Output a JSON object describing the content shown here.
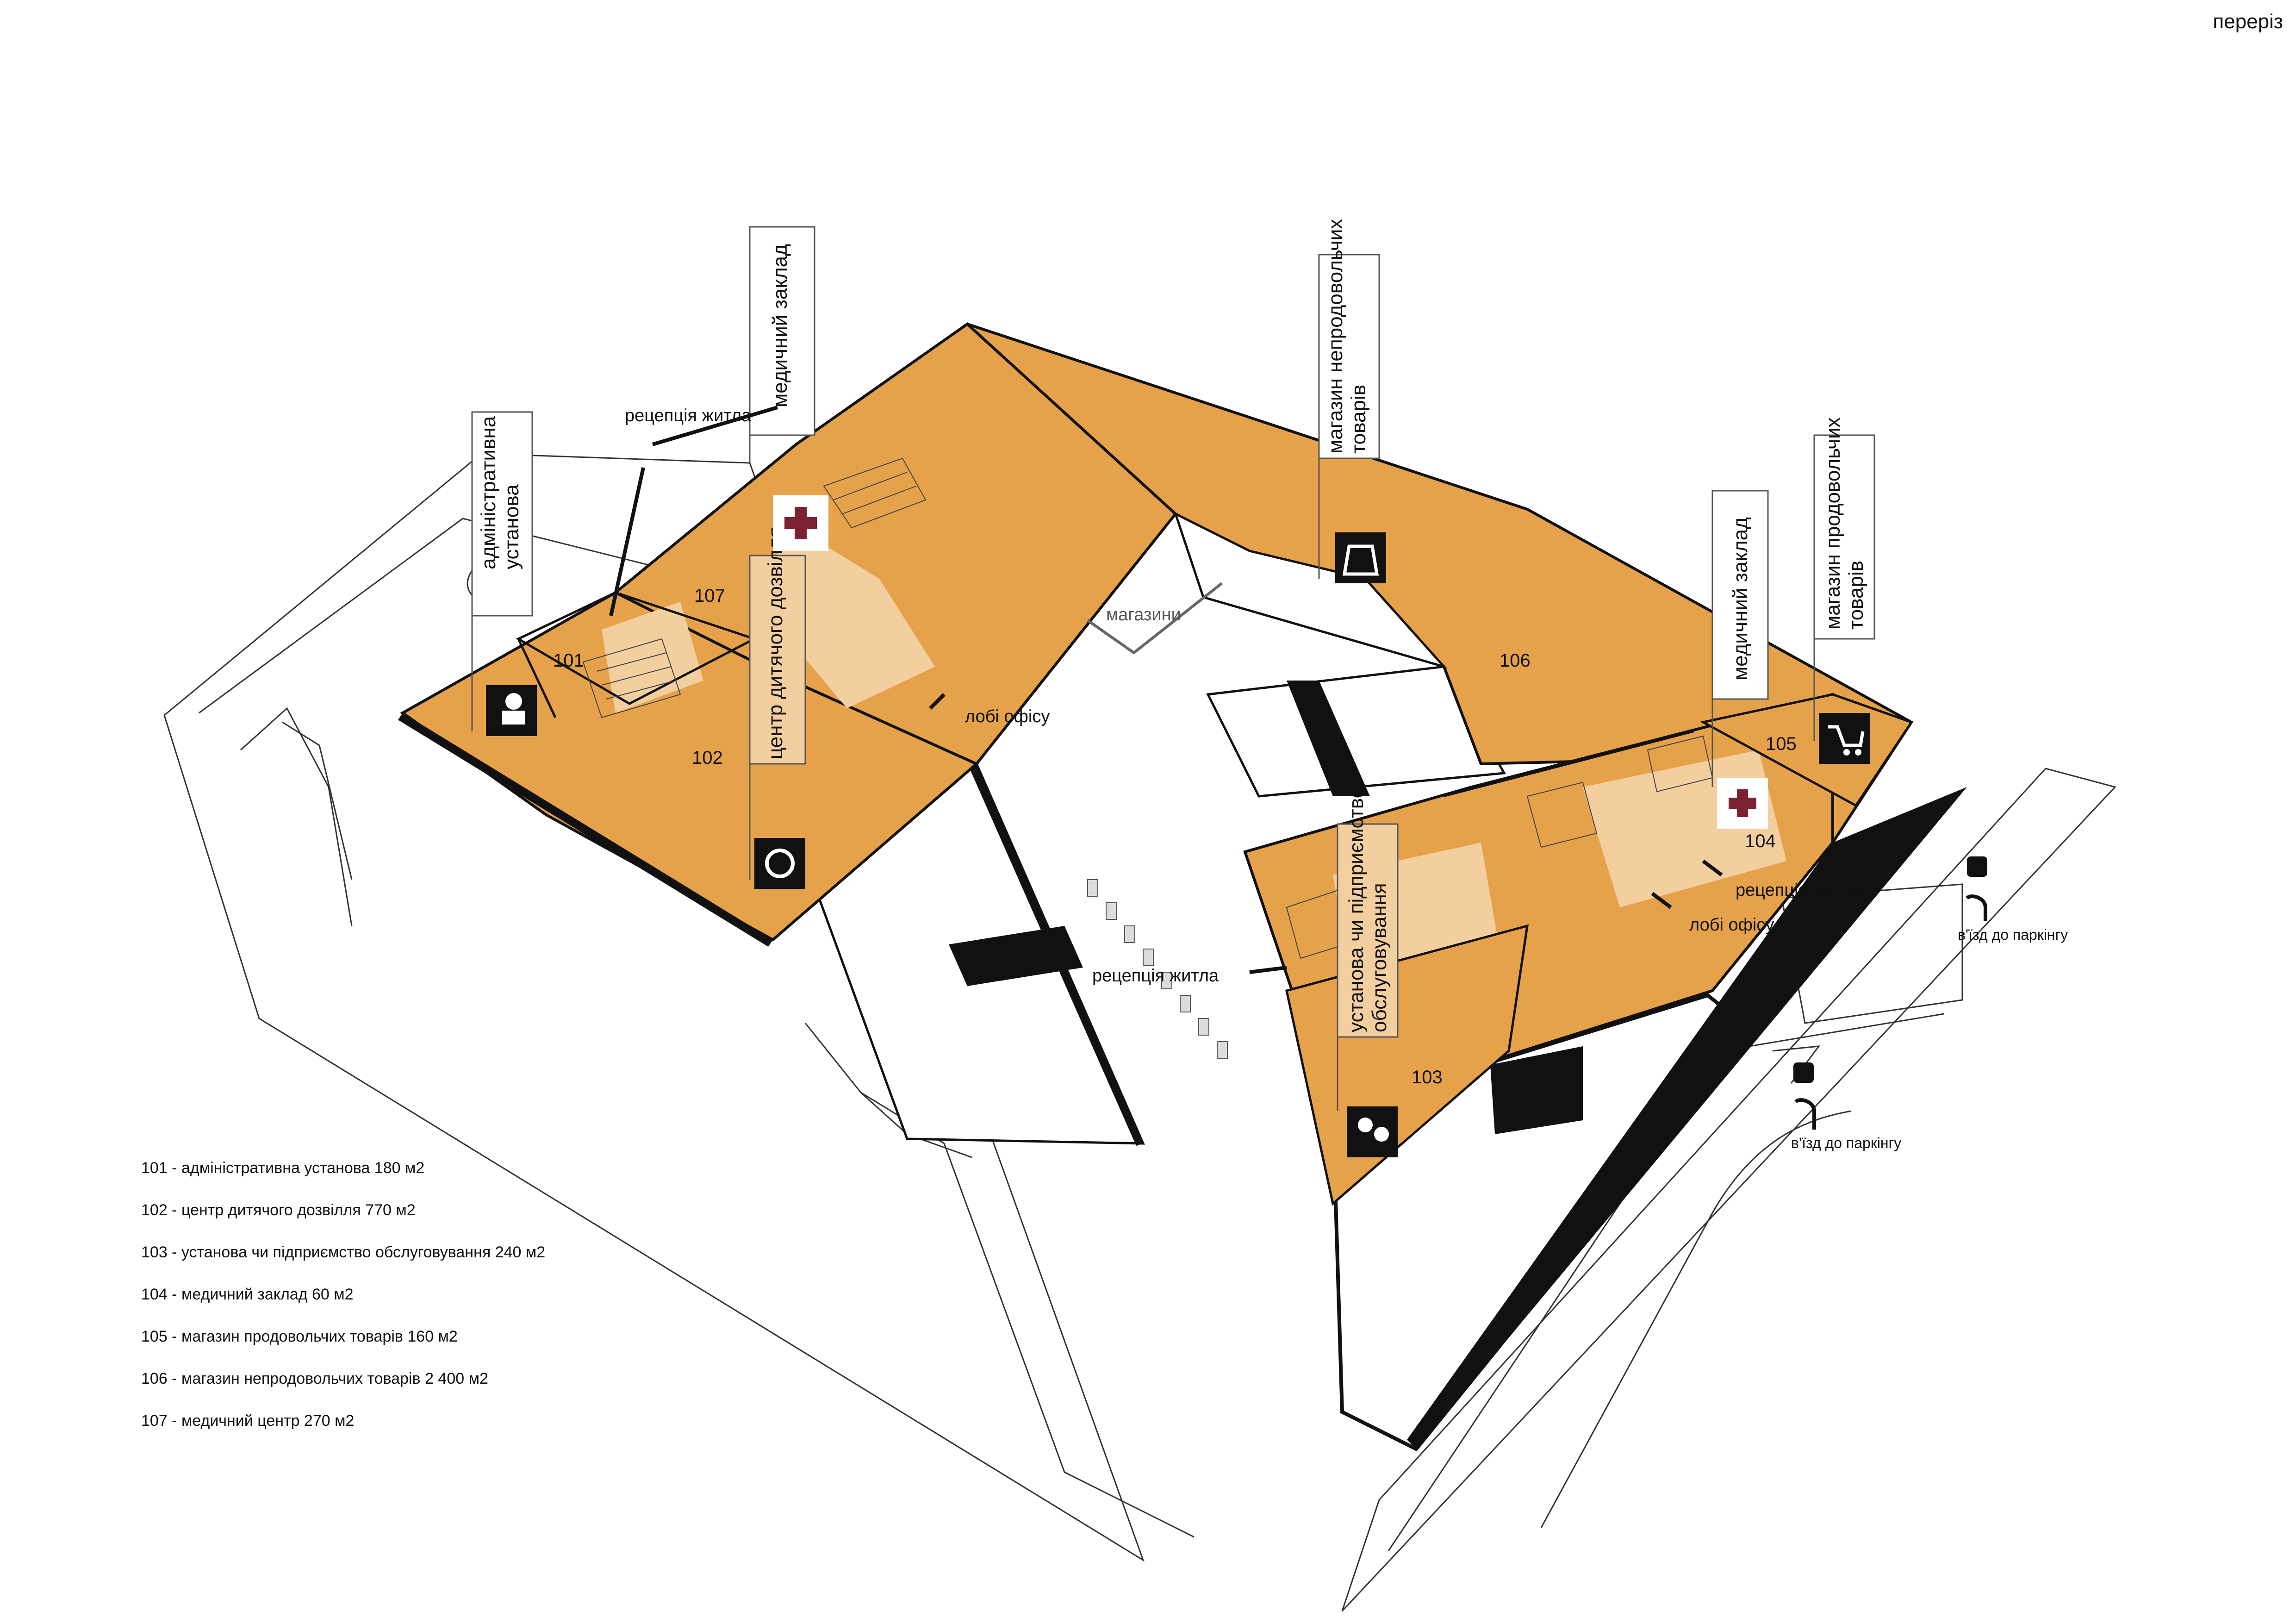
{
  "header": {
    "section_label": "переріз"
  },
  "rooms": {
    "r101": "101",
    "r102": "102",
    "r103": "103",
    "r104": "104",
    "r105": "105",
    "r106": "106",
    "r107": "107"
  },
  "callouts": {
    "admin": [
      "адміністративна",
      "установа"
    ],
    "medical": "медичний  заклад",
    "kids": "центр дитячого дозвілля",
    "nonfood": [
      "магазин непродовольчих",
      "товарів"
    ],
    "medical2": "медичний  заклад",
    "food": [
      "магазин продовольчих",
      "товарів"
    ],
    "service": [
      "установа чи підприємство",
      "обслуговування"
    ]
  },
  "annotations": {
    "reception_top": "рецепція житла",
    "shops": "магазини",
    "office_lobby_left": "лобі офісу",
    "reception_middle": "рецепція житла",
    "reception_right": "рецепція житла",
    "office_lobby_right": "лобі офісу",
    "parking_1": "в'їзд до паркінгу",
    "parking_2": "в'їзд до паркінгу",
    "parking_symbol": "P"
  },
  "legend": [
    "101 -  адміністративна установа  180 м2",
    "102 -  центр дитячого дозвілля  770 м2",
    "103 -  установа чи підприємство обслуговування  240 м2",
    "104 -  медичний заклад  60 м2",
    "105 -  магазин продовольчих товарів  160 м2",
    "106 -  магазин непродовольчих товарів  2 400 м2",
    "107 -  медичний центр  270 м2"
  ],
  "colors": {
    "accent_orange": "#e6a24a",
    "light_orange": "#f3cfa0",
    "medical_cross": "#7a2231",
    "outline": "#111111"
  },
  "icons": [
    "admin-person-icon",
    "children-center-icon",
    "medical-cross-icon",
    "shopping-bag-icon",
    "shopping-cart-icon",
    "service-people-icon",
    "parking-icon",
    "arrow-icon"
  ]
}
